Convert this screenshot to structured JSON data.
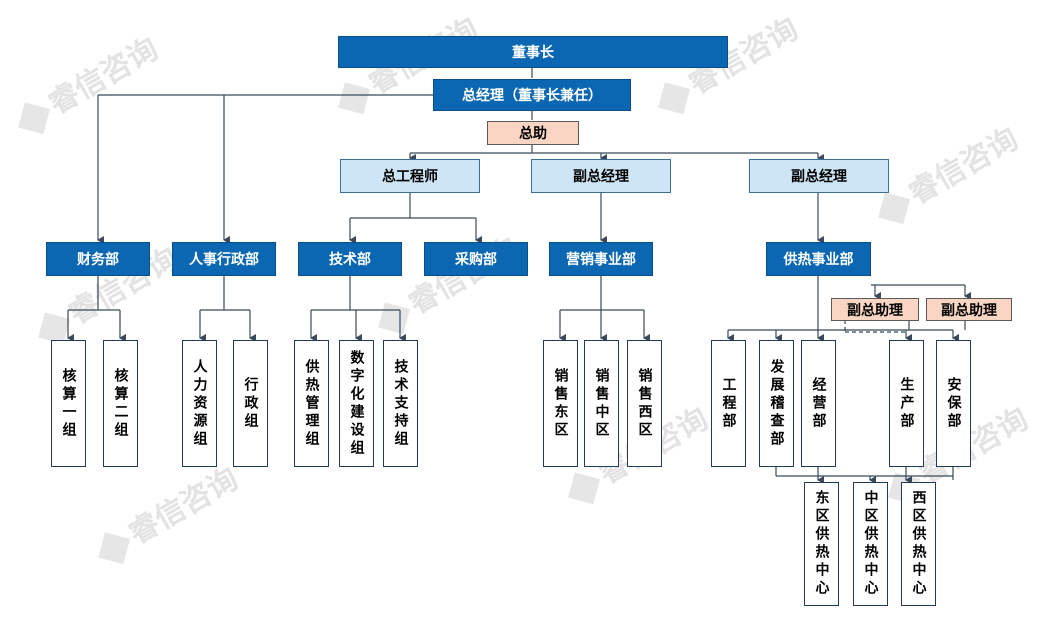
{
  "watermark": "睿信咨询",
  "top": {
    "chairman": "董事长",
    "gm": "总经理（董事长兼任）",
    "assistant": "总助"
  },
  "level2": {
    "chief_engineer": "总工程师",
    "deputy_gm_1": "副总经理",
    "deputy_gm_2": "副总经理"
  },
  "departments": {
    "finance": "财务部",
    "hr_admin": "人事行政部",
    "tech": "技术部",
    "purchase": "采购部",
    "marketing": "营销事业部",
    "heating": "供热事业部"
  },
  "assistants": {
    "deputy_assistant_1": "副总助理",
    "deputy_assistant_2": "副总助理"
  },
  "groups": {
    "acc1": "核算一组",
    "acc2": "核算二组",
    "hr_group": "人力资源组",
    "admin_group": "行政组",
    "heating_mgmt": "供热管理组",
    "digital": "数字化建设组",
    "tech_support": "技术支持组",
    "sales_east": "销售东区",
    "sales_central": "销售中区",
    "sales_west": "销售西区",
    "engineering": "工程部",
    "dev_audit": "发展稽查部",
    "operations": "经营部",
    "production": "生产部",
    "safety": "安保部",
    "east_center": "东区供热中心",
    "central_center": "中区供热中心",
    "west_center": "西区供热中心"
  }
}
